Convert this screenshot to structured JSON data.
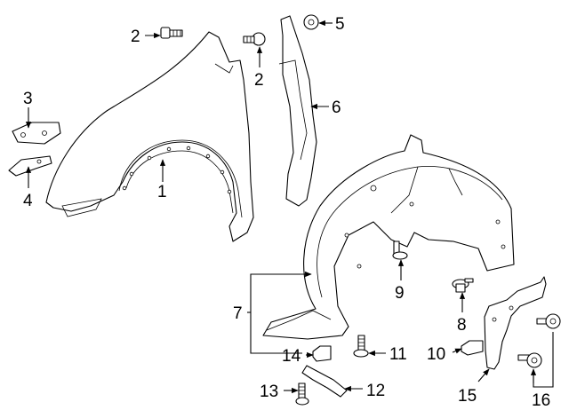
{
  "callouts": [
    {
      "id": "1",
      "text": "1"
    },
    {
      "id": "2a",
      "text": "2"
    },
    {
      "id": "2b",
      "text": "2"
    },
    {
      "id": "3",
      "text": "3"
    },
    {
      "id": "4",
      "text": "4"
    },
    {
      "id": "5",
      "text": "5"
    },
    {
      "id": "6",
      "text": "6"
    },
    {
      "id": "7",
      "text": "7"
    },
    {
      "id": "8",
      "text": "8"
    },
    {
      "id": "9",
      "text": "9"
    },
    {
      "id": "10",
      "text": "10"
    },
    {
      "id": "11",
      "text": "11"
    },
    {
      "id": "12",
      "text": "12"
    },
    {
      "id": "13",
      "text": "13"
    },
    {
      "id": "14",
      "text": "14"
    },
    {
      "id": "15",
      "text": "15"
    },
    {
      "id": "16",
      "text": "16"
    }
  ],
  "colors": {
    "line": "#000000",
    "background": "#ffffff"
  }
}
